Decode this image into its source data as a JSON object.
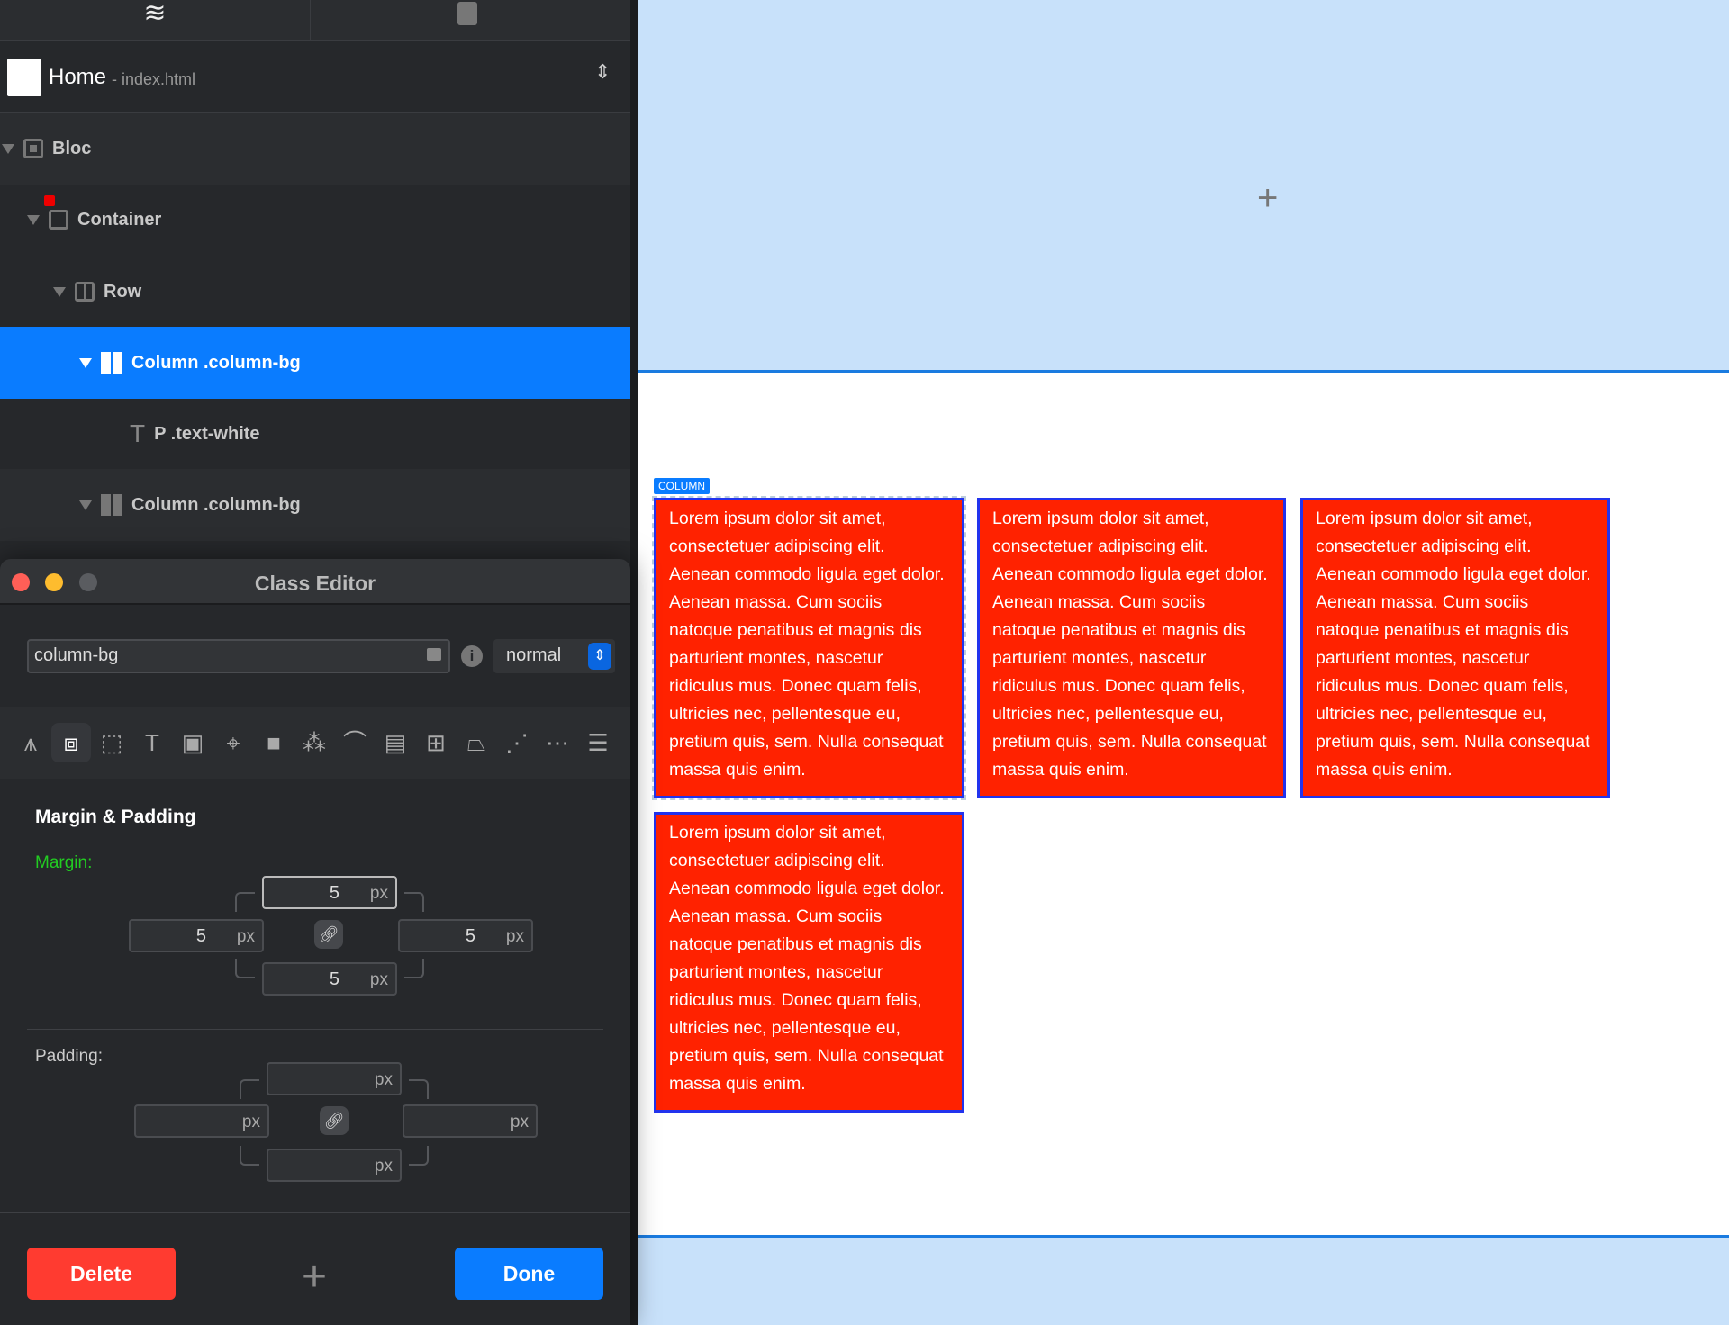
{
  "page_selector": {
    "name": "Home",
    "file": "- index.html"
  },
  "tree": [
    {
      "label": "Bloc",
      "icon": "bloc-icon"
    },
    {
      "label": "Container",
      "icon": "container-icon",
      "locked": true
    },
    {
      "label": "Row",
      "icon": "row-icon"
    },
    {
      "label": "Column .column-bg",
      "icon": "column-icon",
      "selected": true
    },
    {
      "label": "P .text-white",
      "icon": "text-icon"
    },
    {
      "label": "Column .column-bg",
      "icon": "column-icon"
    }
  ],
  "canvas": {
    "badge": "COLUMN",
    "lorem": "Lorem ipsum dolor sit amet, consectetuer adipiscing elit. Aenean commodo ligula eget dolor. Aenean massa. Cum sociis natoque penatibus et magnis dis parturient montes, nascetur ridiculus mus. Donec quam felis, ultricies nec, pellentesque eu, pretium quis, sem. Nulla consequat massa quis enim."
  },
  "class_editor": {
    "title": "Class Editor",
    "class_name": "column-bg",
    "state": "normal",
    "section": "Margin & Padding",
    "margin_label": "Margin:",
    "padding_label": "Padding:",
    "unit": "px",
    "margin": {
      "top": "5",
      "left": "5",
      "right": "5",
      "bottom": "5"
    },
    "padding": {
      "top": "",
      "left": "",
      "right": "",
      "bottom": ""
    },
    "delete": "Delete",
    "done": "Done"
  },
  "colors": {
    "accent": "#0a7cff",
    "column_bg": "#ff2200",
    "delete": "#ff3b30",
    "margin_label": "#22cc22"
  }
}
